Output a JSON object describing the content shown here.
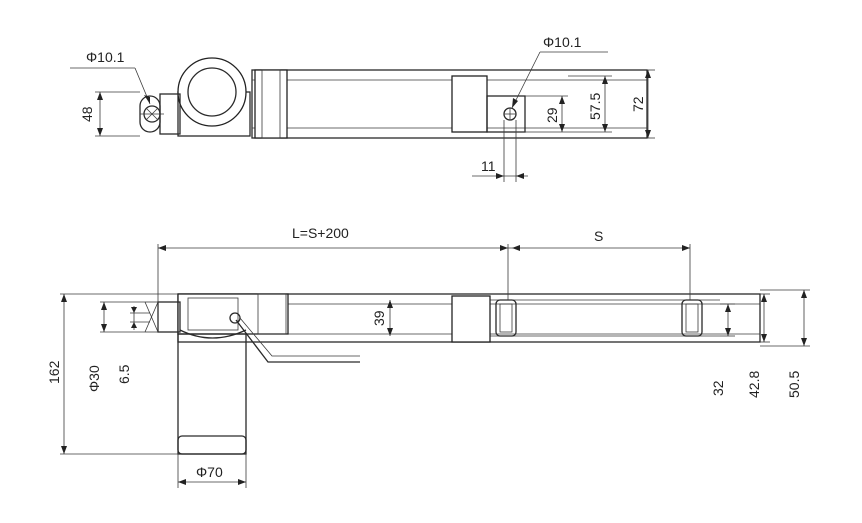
{
  "diagram": {
    "top_view": {
      "phi_left": "Φ10.1",
      "phi_right": "Φ10.1",
      "dim_48": "48",
      "dim_29": "29",
      "dim_57_5": "57.5",
      "dim_72": "72",
      "dim_11": "11"
    },
    "side_view": {
      "dim_L": "L=S+200",
      "dim_S": "S",
      "dim_39": "39",
      "dim_162": "162",
      "dim_phi30": "Φ30",
      "dim_6_5": "6.5",
      "dim_32": "32",
      "dim_42_8": "42.8",
      "dim_50_5": "50.5",
      "dim_phi70": "Φ70"
    }
  }
}
